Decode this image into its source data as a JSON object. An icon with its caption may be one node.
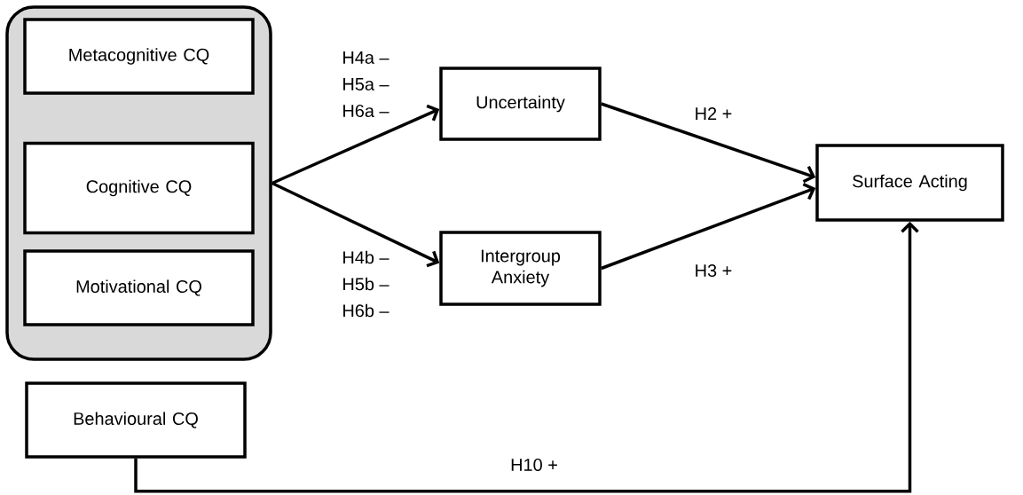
{
  "diagram": {
    "nodes": [
      {
        "text": [],
        "shape": "box"
      },
      {
        "text": [
          "Metacognitive CQ"
        ],
        "in": 0
      },
      {
        "text": [
          "Cognitive CQ"
        ],
        "in": 0
      },
      {
        "text": [
          "Motivational CQ"
        ],
        "in": 0
      },
      {
        "text": [
          "Uncertainty"
        ]
      },
      {
        "text": [
          "Intergroup Anxiety"
        ]
      },
      {
        "text": [
          "Surface Acting"
        ]
      },
      {
        "text": [
          "Behavioural CQ"
        ]
      }
    ],
    "edges": [
      {
        "from": 0,
        "to": 4,
        "arrow": "to"
      },
      {
        "from": 0,
        "to": 5,
        "arrow": "to"
      },
      {
        "from": 4,
        "to": 6,
        "arrow": "to",
        "label": "H2 +"
      },
      {
        "from": 5,
        "to": 6,
        "arrow": "to",
        "label": "H3 +"
      },
      {
        "from": 7,
        "to": 6,
        "arrow": "to",
        "label": "H10 +"
      }
    ],
    "labels": [
      "H4a –",
      "H5a –",
      "H6a –",
      "H4b –",
      "H5b –",
      "H6b –"
    ]
  }
}
